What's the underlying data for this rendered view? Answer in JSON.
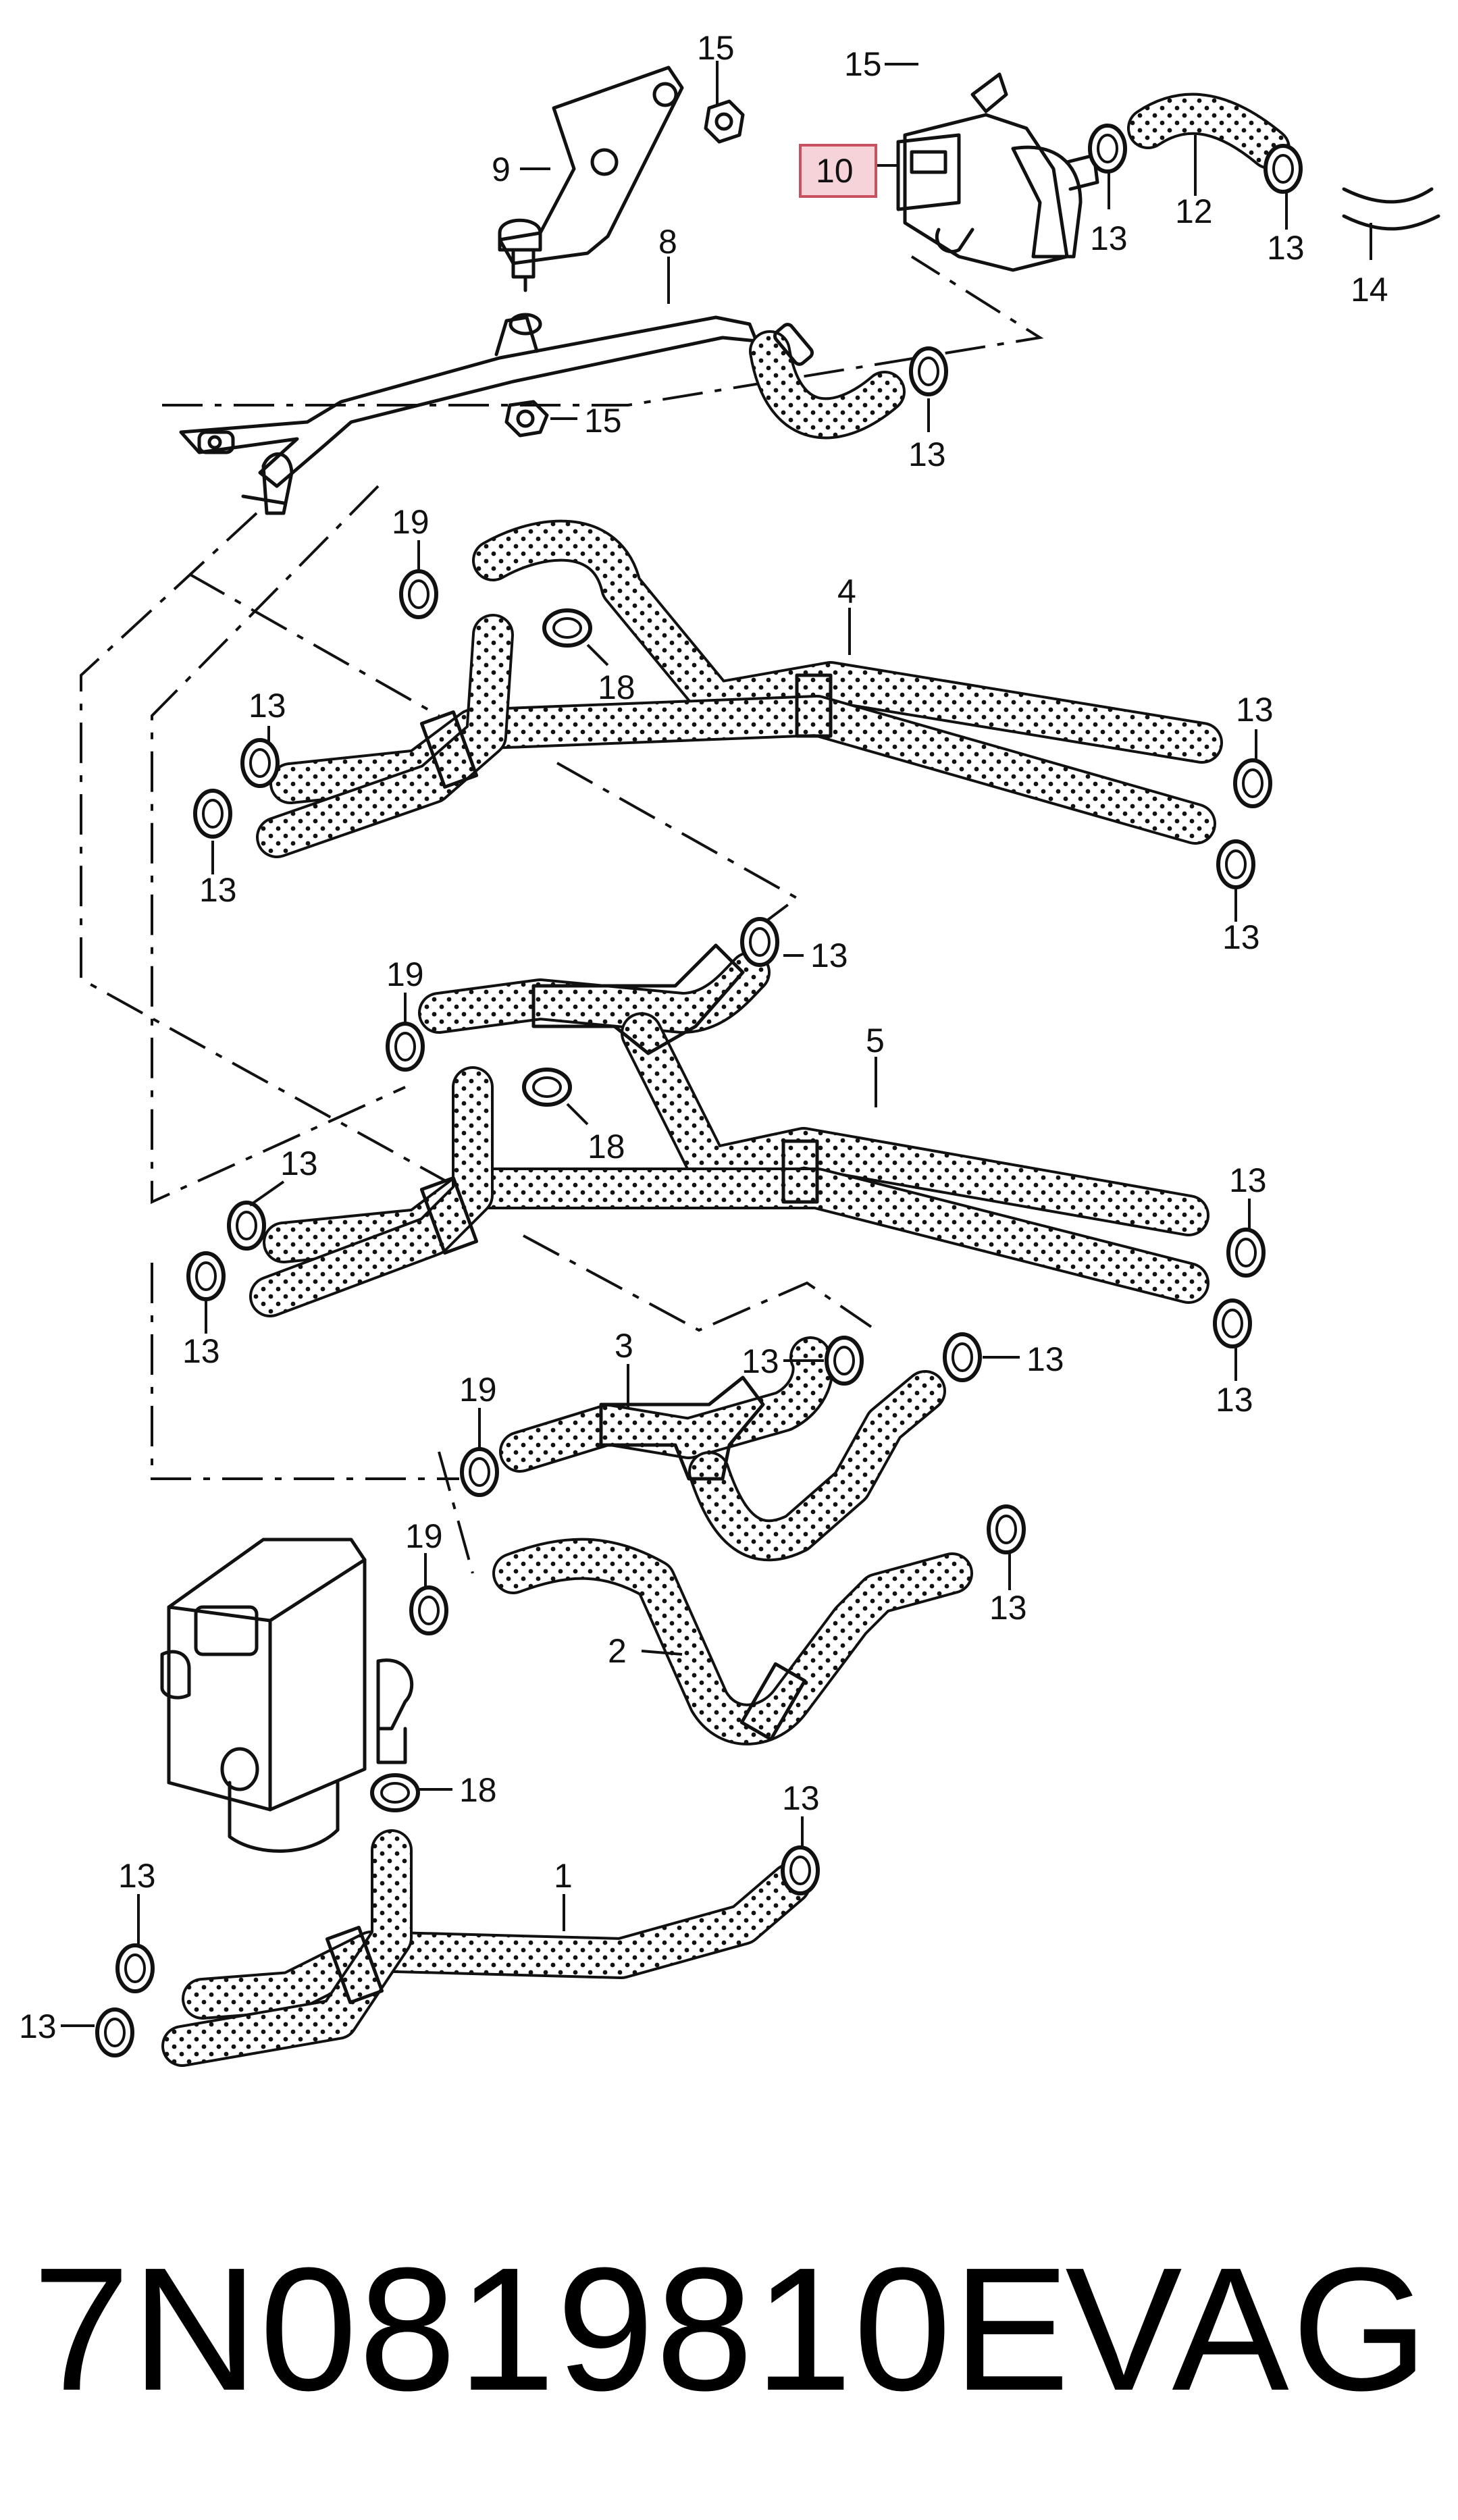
{
  "diagram": {
    "callouts": {
      "c15a": "15",
      "c9": "9",
      "c15b": "15",
      "c10": "10",
      "c12": "12",
      "c13a": "13",
      "c13b": "13",
      "c14": "14",
      "c8": "8",
      "c15c": "15",
      "c13c": "13",
      "c19a": "19",
      "c4": "4",
      "c18a": "18",
      "c13d": "13",
      "c13e": "13",
      "c13f": "13",
      "c13g": "13",
      "c13h": "13",
      "c19b": "19",
      "c5": "5",
      "c18b": "18",
      "c13i": "13",
      "c13j": "13",
      "c13k": "13",
      "c13l": "13",
      "c3": "3",
      "c13m": "13",
      "c13n": "13",
      "c19c": "19",
      "c19d": "19",
      "c2": "2",
      "c13o": "13",
      "c18c": "18",
      "c13p": "13",
      "c1": "1",
      "c13q": "13",
      "c13r": "13"
    },
    "highlighted_callout": "10",
    "highlight_color": "#f6d3d8",
    "highlight_border": "#c9505f",
    "hose_pattern": "dotted"
  },
  "footer": {
    "part_number": "7N0819810E",
    "brand": "VAG"
  }
}
